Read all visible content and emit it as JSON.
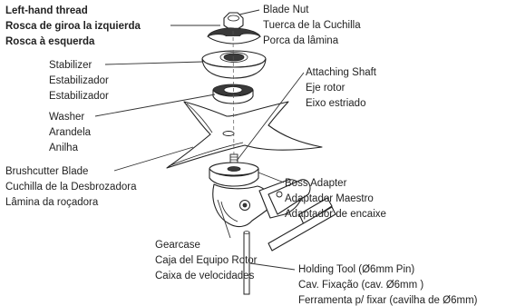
{
  "thread_note": {
    "lines": [
      "Left-hand thread",
      "Rosca de giroa la izquierda",
      "Rosca à esquerda"
    ]
  },
  "labels": {
    "blade_nut": [
      "Blade Nut",
      "Tuerca de la Cuchilla",
      "Porca da lâmina"
    ],
    "stabilizer": [
      "Stabilizer",
      "Estabilizador",
      "Estabilizador"
    ],
    "attaching_shaft": [
      "Attaching Shaft",
      "Eje rotor",
      "Eixo estriado"
    ],
    "washer": [
      "Washer",
      "Arandela",
      "Anilha"
    ],
    "brushcutter_blade": [
      "Brushcutter Blade",
      "Cuchilla de la Desbrozadora",
      "Lâmina da roçadora"
    ],
    "boss_adapter": [
      "Boss Adapter",
      "Adaptador Maestro",
      "Adaptador de encaixe"
    ],
    "gearcase": [
      "Gearcase",
      "Caja del Equipo Rotor",
      "Caixa de velocidades"
    ],
    "holding_tool": [
      "Holding Tool (Ø6mm Pin)",
      "Cav. Fixação (cav. Ø6mm )",
      "Ferramenta p/ fixar (cavilha de Ø6mm)"
    ]
  }
}
